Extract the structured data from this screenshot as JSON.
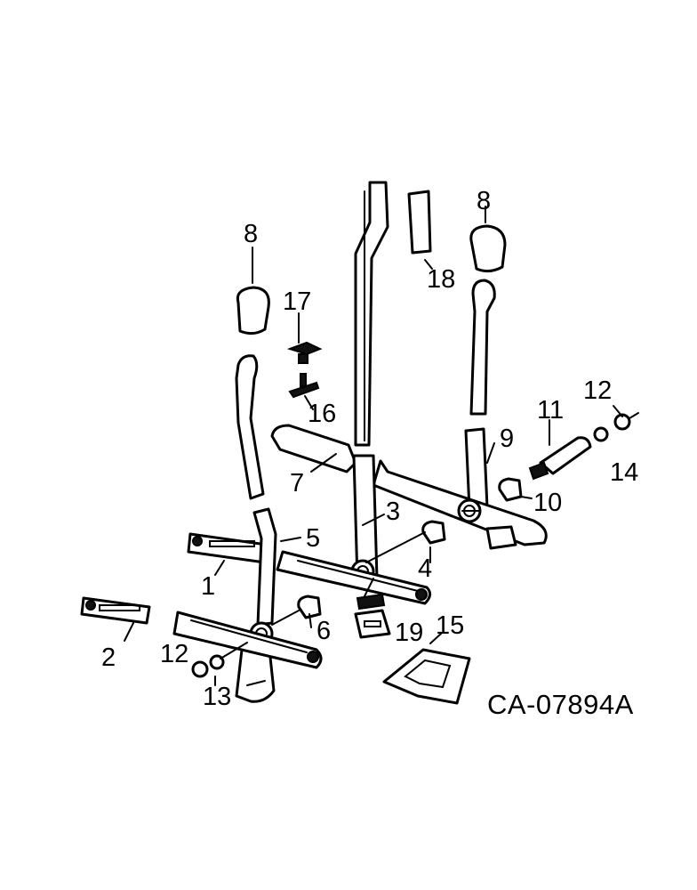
{
  "figure_ref": "CA-07894A",
  "callouts": {
    "c1": "1",
    "c2": "2",
    "c3": "3",
    "c4": "4",
    "c5": "5",
    "c6": "6",
    "c7": "7",
    "c8a": "8",
    "c8b": "8",
    "c9": "9",
    "c10": "10",
    "c11": "11",
    "c12a": "12",
    "c12b": "12",
    "c13": "13",
    "c14": "14",
    "c15": "15",
    "c16": "16",
    "c17": "17",
    "c18": "18",
    "c19": "19"
  }
}
